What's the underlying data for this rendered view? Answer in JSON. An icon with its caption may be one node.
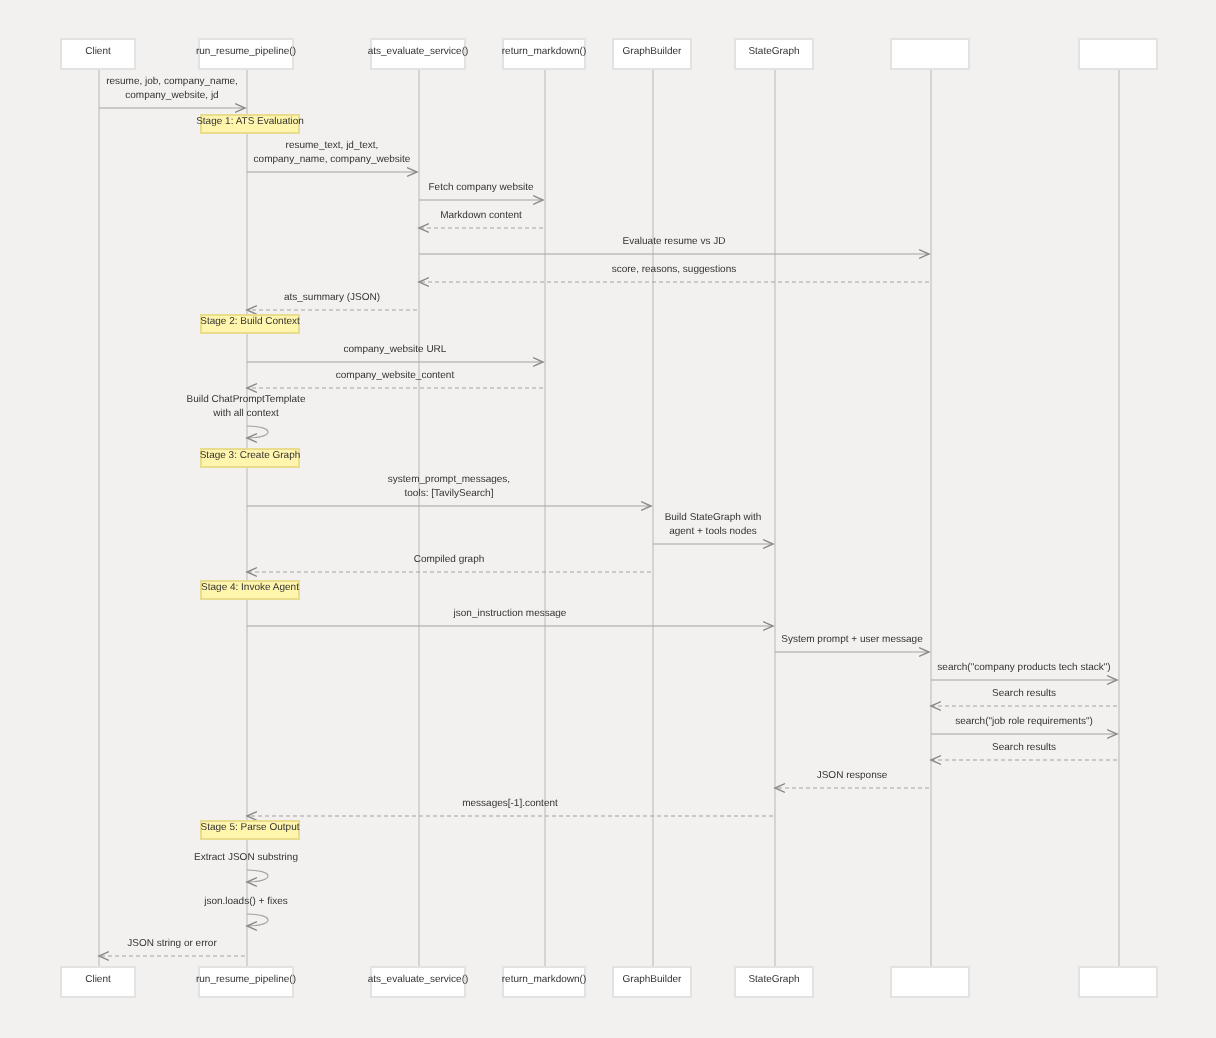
{
  "diagram": {
    "nodes": [
      {
        "text": [
          "Client"
        ]
      },
      {
        "text": [
          "run_resume_pipeline()"
        ]
      },
      {
        "text": [
          "ats_evaluate_service()"
        ]
      },
      {
        "text": [
          "return_markdown()"
        ]
      },
      {
        "text": [
          "GraphBuilder"
        ]
      },
      {
        "text": [
          "StateGraph"
        ]
      },
      {
        "text": [],
        "shape": "box"
      },
      {
        "text": [],
        "shape": "box"
      },
      {
        "text": [],
        "shape": "bar"
      },
      {
        "text": [],
        "shape": "bar"
      },
      {
        "text": [],
        "shape": "bar"
      },
      {
        "text": [],
        "shape": "bar"
      },
      {
        "text": [],
        "shape": "bar"
      },
      {
        "text": [],
        "shape": "bar"
      },
      {
        "text": [],
        "shape": "bar"
      },
      {
        "text": [],
        "shape": "bar"
      },
      {
        "text": [
          "Client"
        ]
      },
      {
        "text": [
          "run_resume_pipeline()"
        ]
      },
      {
        "text": [
          "ats_evaluate_service()"
        ]
      },
      {
        "text": [
          "return_markdown()"
        ]
      },
      {
        "text": [
          "GraphBuilder"
        ]
      },
      {
        "text": [
          "StateGraph"
        ]
      },
      {
        "text": [],
        "shape": "box"
      },
      {
        "text": [],
        "shape": "box"
      },
      {
        "text": [
          "Stage 1: ATS Evaluation"
        ]
      },
      {
        "text": [
          "Stage 2: Build Context"
        ]
      },
      {
        "text": [
          "Stage 3: Create Graph"
        ]
      },
      {
        "text": [
          "Stage 4: Invoke Agent"
        ]
      },
      {
        "text": [
          "Stage 5: Parse Output"
        ]
      }
    ],
    "edges": [
      {
        "from": 8,
        "to": 9,
        "arrow": "to",
        "label": "resume, job, company_name, company_website, jd"
      },
      {
        "from": 9,
        "to": 10,
        "arrow": "to",
        "label": "resume_text, jd_text, company_name, company_website"
      },
      {
        "from": 10,
        "to": 11,
        "arrow": "to",
        "label": "Fetch company website"
      },
      {
        "from": 11,
        "to": 10,
        "arrow": "to",
        "label": "Markdown content",
        "style": "dashed"
      },
      {
        "from": 10,
        "to": 14,
        "arrow": "to",
        "label": "Evaluate resume vs JD"
      },
      {
        "from": 14,
        "to": 10,
        "arrow": "to",
        "label": "score, reasons, suggestions",
        "style": "dashed"
      },
      {
        "from": 10,
        "to": 9,
        "arrow": "to",
        "label": "ats_summary (JSON)",
        "style": "dashed"
      },
      {
        "from": 9,
        "to": 11,
        "arrow": "to",
        "label": "company_website URL"
      },
      {
        "from": 11,
        "to": 9,
        "arrow": "to",
        "label": "company_website_content",
        "style": "dashed"
      },
      {
        "from": 9,
        "to": 9,
        "arrow": "to",
        "label": "Build ChatPromptTemplate with all context"
      },
      {
        "from": 9,
        "to": 12,
        "arrow": "to",
        "label": "system_prompt_messages, tools: [TavilySearch]"
      },
      {
        "from": 12,
        "to": 13,
        "arrow": "to",
        "label": "Build StateGraph with agent + tools nodes"
      },
      {
        "from": 12,
        "to": 9,
        "arrow": "to",
        "label": "Compiled graph",
        "style": "dashed"
      },
      {
        "from": 9,
        "to": 13,
        "arrow": "to",
        "label": "json_instruction message"
      },
      {
        "from": 13,
        "to": 14,
        "arrow": "to",
        "label": "System prompt + user message"
      },
      {
        "from": 14,
        "to": 15,
        "arrow": "to",
        "label": "search(\"company products tech stack\")"
      },
      {
        "from": 15,
        "to": 14,
        "arrow": "to",
        "label": "Search results",
        "style": "dashed"
      },
      {
        "from": 14,
        "to": 15,
        "arrow": "to",
        "label": "search(\"job role requirements\")"
      },
      {
        "from": 15,
        "to": 14,
        "arrow": "to",
        "label": "Search results",
        "style": "dashed"
      },
      {
        "from": 14,
        "to": 13,
        "arrow": "to",
        "label": "JSON response",
        "style": "dashed"
      },
      {
        "from": 13,
        "to": 9,
        "arrow": "to",
        "label": "messages[-1].content",
        "style": "dashed"
      },
      {
        "from": 9,
        "to": 9,
        "arrow": "to",
        "label": "Extract JSON substring"
      },
      {
        "from": 9,
        "to": 9,
        "arrow": "to",
        "label": "json.loads() + fixes"
      },
      {
        "from": 9,
        "to": 8,
        "arrow": "to",
        "label": "JSON string or error",
        "style": "dashed"
      }
    ]
  }
}
